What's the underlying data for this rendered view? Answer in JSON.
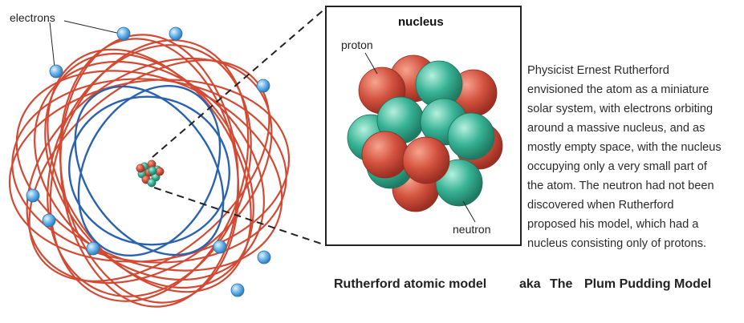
{
  "atom": {
    "electrons_label": "electrons"
  },
  "inset": {
    "title": "nucleus",
    "proton_label": "proton",
    "neutron_label": "neutron"
  },
  "description": {
    "lines": [
      "Physicist Ernest Rutherford",
      "envisioned the atom as a miniature",
      "solar system, with electrons orbiting",
      "around a massive nucleus, and as",
      "mostly empty space, with the nucleus",
      "occupying only a very small part of",
      "the atom. The neutron had not been",
      "discovered when Rutherford",
      "proposed his model, which had a",
      "nucleus consisting only of protons."
    ]
  },
  "caption": {
    "main": "Rutherford atomic model",
    "aka": "aka",
    "the": "The",
    "plum_pudding": "Plum Pudding Model"
  },
  "colors": {
    "red_orbit": "#d24a33",
    "blue_orbit": "#2a62b0",
    "electron": "#5aa7e0",
    "proton": "#d3523f",
    "neutron": "#2fa98e"
  }
}
